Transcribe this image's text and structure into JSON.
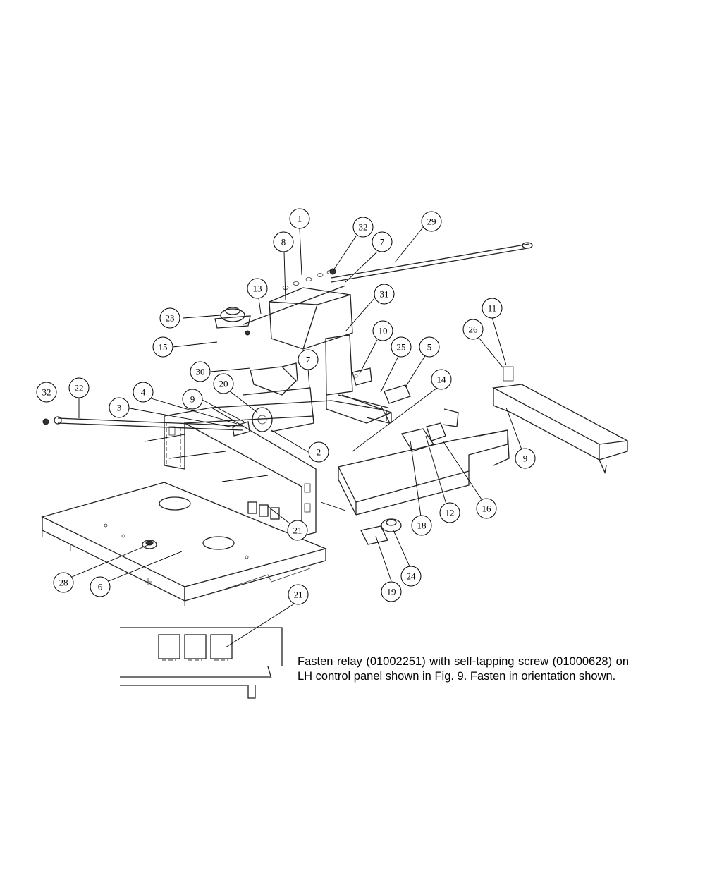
{
  "callouts": [
    "1",
    "32",
    "29",
    "8",
    "7",
    "13",
    "31",
    "23",
    "15",
    "10",
    "25",
    "5",
    "11",
    "26",
    "30",
    "7",
    "32",
    "22",
    "20",
    "4",
    "9",
    "3",
    "14",
    "2",
    "9",
    "18",
    "12",
    "16",
    "21",
    "28",
    "6",
    "19",
    "24",
    "21"
  ],
  "note": "Fasten relay (01002251) with self-tapping screw (01000628) on LH control panel shown in Fig. 9. Fasten in orientation shown."
}
